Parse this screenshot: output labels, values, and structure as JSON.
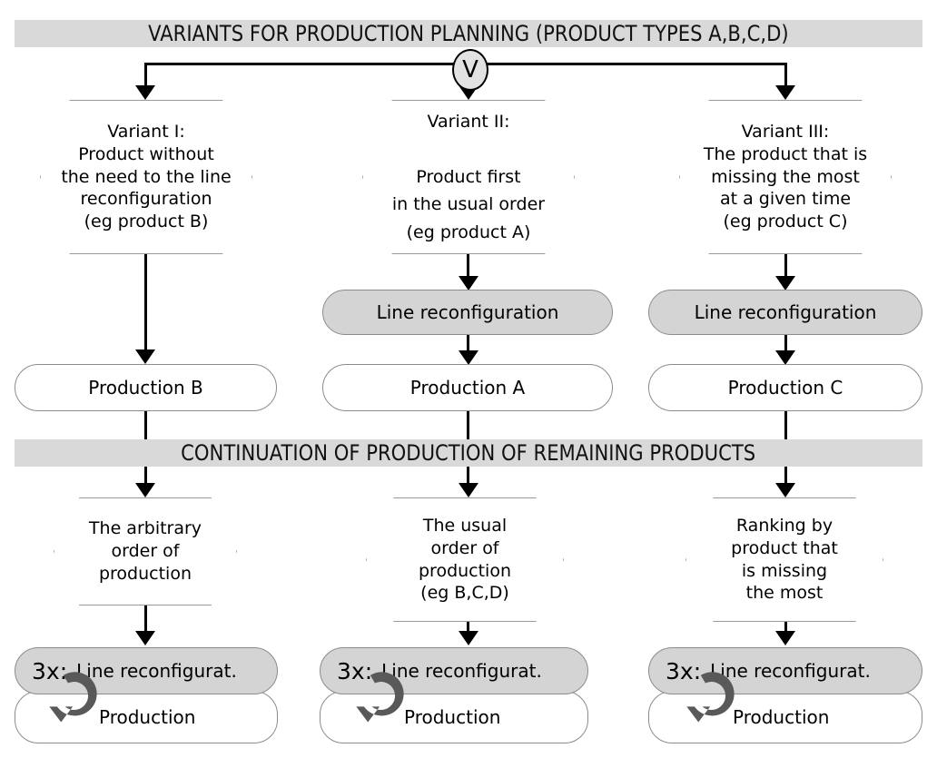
{
  "diagram": {
    "title_banner": "VARIANTS FOR PRODUCTION PLANNING (PRODUCT TYPES A,B,C,D)",
    "middle_banner": "CONTINUATION OF PRODUCTION OF REMAINING PRODUCTS",
    "junction_label": "V",
    "colors": {
      "banner_fill": "#d9d9d9",
      "gray_box_fill": "#d4d4d4",
      "white_box_fill": "#ffffff",
      "loop_arrow": "#595959",
      "line": "#000000",
      "shape_border": "#8c8c8c"
    },
    "columns": [
      {
        "id": "variant-1",
        "variant_hex": "Variant I:\nProduct without\nthe need to the line\nreconfiguration\n(eg  product B)",
        "reconfiguration_box": null,
        "production_box": "Production B",
        "order_hex": "The arbitrary\norder of\nproduction",
        "loop": {
          "multiplier": "3x:",
          "reconfiguration_label": "Line reconfigurat.",
          "production_label": "Production"
        }
      },
      {
        "id": "variant-2",
        "variant_hex": "Variant II:\n\nProduct first\nin the usual order\n(eg  product A)",
        "reconfiguration_box": "Line reconfiguration",
        "production_box": "Production A",
        "order_hex": "The usual\norder of\nproduction\n(eg  B,C,D)",
        "loop": {
          "multiplier": "3x:",
          "reconfiguration_label": "Line reconfigurat.",
          "production_label": "Production"
        }
      },
      {
        "id": "variant-3",
        "variant_hex": "Variant III:\nThe product that is\nmissing the most\nat a given time\n(eg  product C)",
        "reconfiguration_box": "Line reconfiguration",
        "production_box": "Production C",
        "order_hex": "Ranking by\nproduct that\nis missing\nthe most",
        "loop": {
          "multiplier": "3x:",
          "reconfiguration_label": "Line reconfigurat.",
          "production_label": "Production"
        }
      }
    ]
  }
}
